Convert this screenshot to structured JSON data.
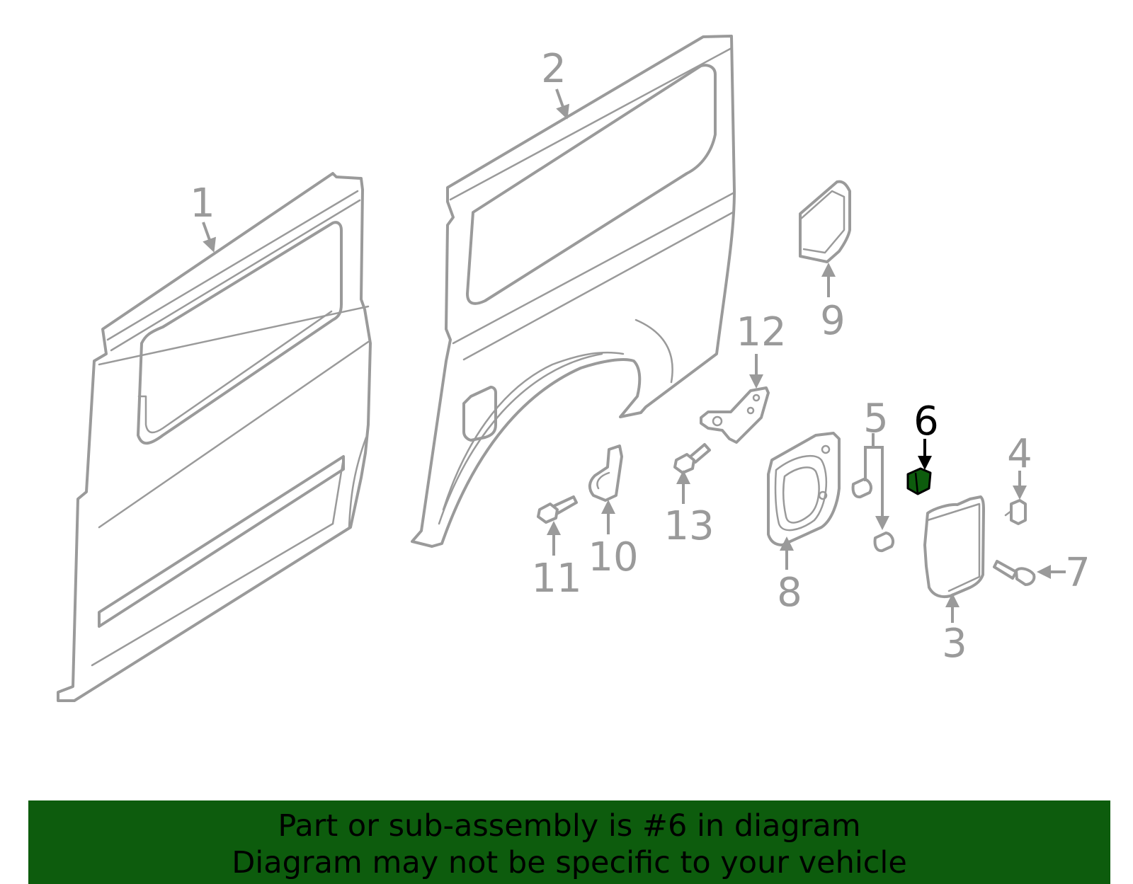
{
  "callouts": [
    "1",
    "2",
    "3",
    "4",
    "5",
    "6",
    "7",
    "8",
    "9",
    "10",
    "11",
    "12",
    "13"
  ],
  "highlighted_callout": "6",
  "highlight_color": "#0d5c0d",
  "part_color": "#9a9a9a",
  "banner": {
    "line1": "Part or sub-assembly is #6 in diagram",
    "line2": "Diagram may not be specific to your vehicle",
    "background": "#0d5c0d"
  }
}
